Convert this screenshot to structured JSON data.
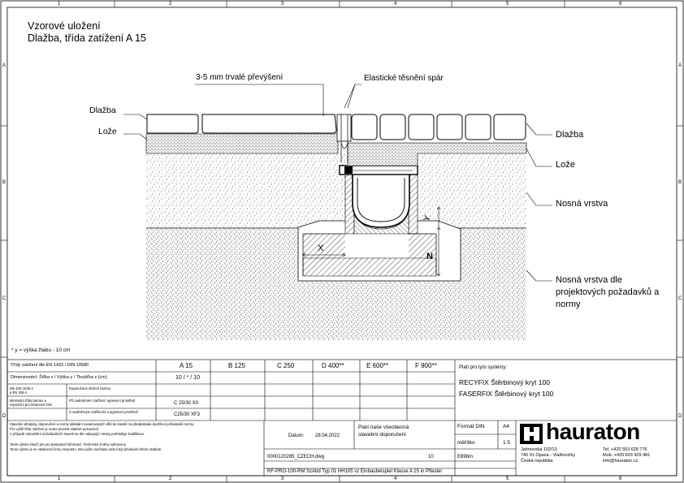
{
  "frame": {
    "col_numbers": [
      "1",
      "2",
      "3",
      "4",
      "5",
      "6"
    ],
    "row_letters": [
      "A",
      "B",
      "C",
      "D"
    ]
  },
  "title": {
    "line1": "Vzorové uložení",
    "line2": "Dlažba, třída zatížení A 15"
  },
  "labels": {
    "top_gap": "3-5 mm trvalé převýšení",
    "sealing": "Elastické těsnění spár",
    "paving_left": "Dlažba",
    "bed_left": "Lože",
    "paving_right": "Dlažba",
    "bed_right": "Lože",
    "base_right": "Nosná vrstva",
    "subbase_right_1": "Nosná vrstva dle",
    "subbase_right_2": "projektových požadavků a",
    "subbase_right_3": "normy",
    "dim_x": "X",
    "dim_n": "N",
    "dim_y": "Y"
  },
  "footnote": "* y = výška žlabu - 10 cm",
  "table": {
    "header_label": "Třídy zatížení dle EN 1433 / DIN 19580",
    "classes": [
      "A 15",
      "B 125",
      "C 250",
      "D 400**",
      "E 600**",
      "F 900**"
    ],
    "row1_label": "Dimenzování: Šířka x / Výška y / Tloušťka z (cm)",
    "row1_value": "10 / * / 10",
    "row2_left_1": "Dle DIN 1045-2",
    "row2_left_2": "a EN 206-1",
    "row3_left_1": "Minimální třída betonu a",
    "row3_left_2": "expoziční pro betonové lože",
    "row2_mid": "Doporučené složení betonu",
    "row3_mid": "Při nadměrném zatížení/ agresivní prostředí",
    "row4_mid": "S nadměrným zatížením a agresivní prostředí",
    "row3_value": "C 25/30 X0",
    "row4_value": "C25/30 XF3"
  },
  "systems": {
    "header": "Platí pro tyto systémy:",
    "item1": "RECYFIX Štěrbinový kryt 100",
    "item2": "FASERFIX Štěrbinový kryt 100"
  },
  "notes": {
    "line1": "Stavební předpisy, doporučení a normy ukládání nasazovaných dílů ke stavbě za předpokladu dodržení požadavků normy.",
    "line2": "Pro vyšší třídy zatížení je nutno provést statické posouzení.",
    "line3": "V případě odvodnění individuálních staveb se dle nakupující strany prohlašuje kvalifikace.",
    "line4": "Tento výkres slouží jen pro poskytnutí informací. Technické změny vyhrazeny.",
    "line5": "Tento výkres je ve vlastnictví firmy Hauraton. Bez jejího souhlasu nesmí být předáván třetím osobám."
  },
  "meta": {
    "datum_label": "Datum:",
    "datum_value": "28.04.2022",
    "valid_1": "Platí naše všeobecná",
    "valid_2": "stavební doporučení",
    "format_label": "Formát DIN",
    "format_value": "A4",
    "scale_label": "měřítko",
    "scale_value": "1:5",
    "drawing_no": "0000120285_CZECH.dwg",
    "rev": "10",
    "edition": "E89bm",
    "footer": "RF-PRO-100-RM SzAbd Typ 01 HH105 vz Einbaubeispiel Klasse A 15 in Pflaster"
  },
  "company": {
    "logo_text": "hauraton",
    "addr1": "Jahnovská 102/10",
    "addr2": "746 01 Opava - Vlaštovičky",
    "addr3": "Česká republika",
    "tel": "Tel. +420 553 628 776",
    "mob": "Mob. +420 603 429 481",
    "mail": "info@hauraton.cz"
  },
  "colors": {
    "line": "#000000",
    "paper": "#ffffff"
  }
}
